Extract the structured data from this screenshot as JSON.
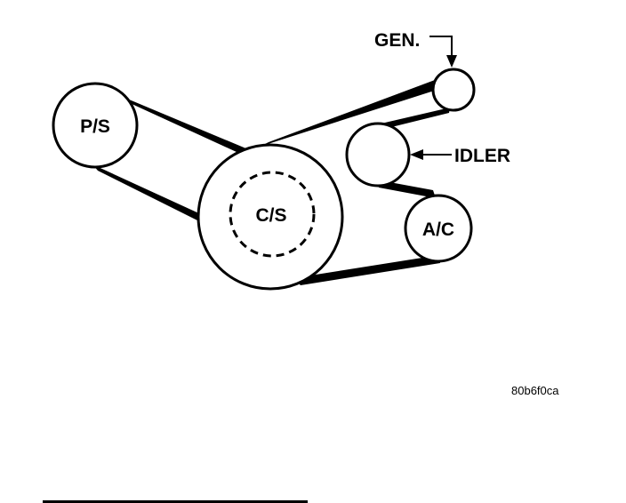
{
  "diagram": {
    "pulleys": {
      "power_steering": "P/S",
      "crankshaft": "C/S",
      "idler": "IDLER",
      "air_conditioning": "A/C",
      "generator": "GEN."
    },
    "figure_code": "80b6f0ca",
    "colors": {
      "ink": "#000000",
      "background": "#ffffff"
    }
  }
}
